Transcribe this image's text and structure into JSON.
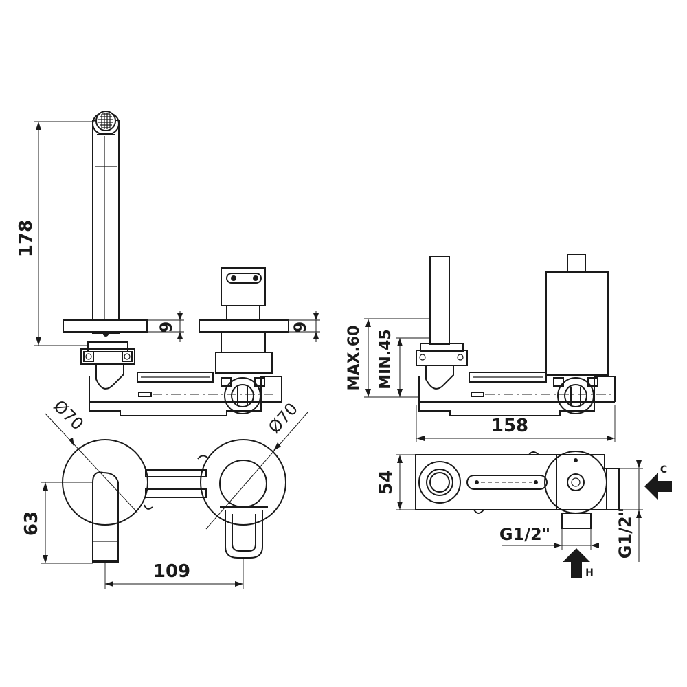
{
  "dimensions": {
    "spout_height": "178",
    "plate_thickness_left": "9",
    "plate_thickness_right": "9",
    "plate_diameter_left": "Ø70",
    "plate_diameter_right": "Ø70",
    "spout_offset": "63",
    "center_distance": "109",
    "wall_depth_max": "MAX.60",
    "wall_depth_min": "MIN.45",
    "body_length": "158",
    "body_width": "54",
    "hot_inlet_thread": "G1/2\"",
    "cold_inlet_thread": "G1/2\""
  },
  "arrows": {
    "cold": "C",
    "hot": "H"
  },
  "colors": {
    "line": "#1a1a1a",
    "background": "#ffffff"
  }
}
